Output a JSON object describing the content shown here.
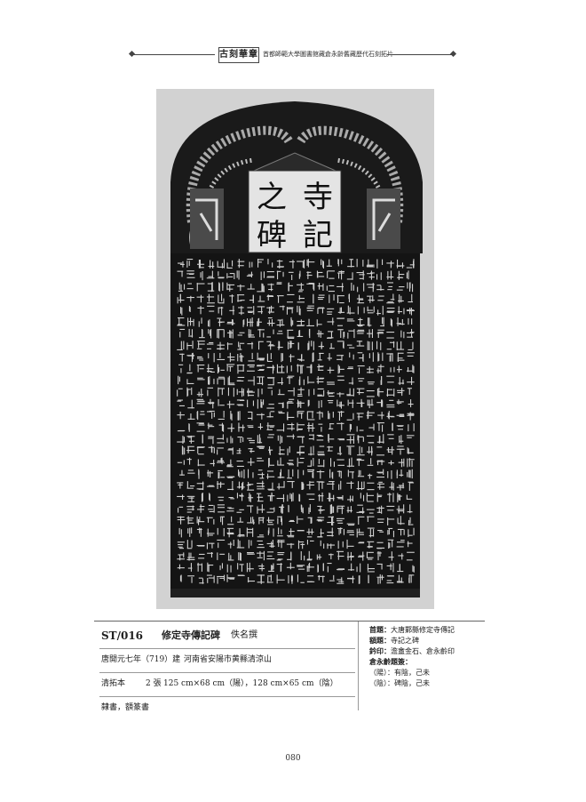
{
  "header": {
    "brand": "古刻華章",
    "subtitle": "首都師範大學圖書館藏倉永齡舊藏歷代石刻拓片"
  },
  "rubbing": {
    "seal_characters": [
      "寺",
      "記",
      "之",
      "碑"
    ]
  },
  "catalog": {
    "number": "ST/016",
    "title": "修定寺傳記碑",
    "author": "佚名撰",
    "date": "唐開元七年（719）建",
    "location": "河南省安陽市黄縣清涼山",
    "edition": "清拓本",
    "sheets": "2 張",
    "dimensions": "125 cm×68 cm（陽），128 cm×65 cm（陰）",
    "script_style": "隸書，額篆書"
  },
  "notes": {
    "heading_label": "首題：",
    "heading_value": "大唐鄴縣修定寺傳記",
    "forehead_label": "額題：",
    "forehead_value": "寺記之碑",
    "seal_label": "鈐印：",
    "seal_value": "澹盦金石、倉永齡印",
    "annotation_label": "倉永齡題簽：",
    "annotation_yang": "（陽）：有陰，己未",
    "annotation_yin": "（陰）：碑陰，己未"
  },
  "page_number": "080"
}
